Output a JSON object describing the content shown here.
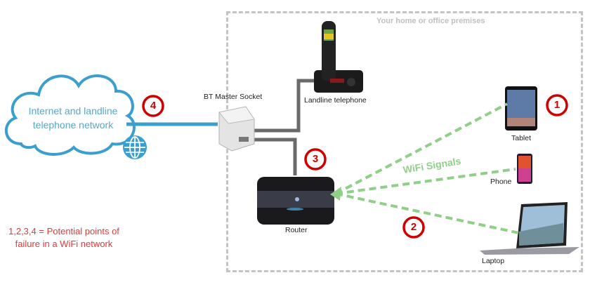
{
  "diagram": {
    "premises_label": "Your home or office premises",
    "cloud_label_line1": "Internet and landline",
    "cloud_label_line2": "telephone network",
    "master_socket_label": "BT Master Socket",
    "landline_label": "Landline telephone",
    "router_label": "Router",
    "tablet_label": "Tablet",
    "phone_label": "Phone",
    "laptop_label": "Laptop",
    "wifi_label": "WiFi Signals",
    "legend_line1": "1,2,3,4 = Potential points of",
    "legend_line2": "failure in a WiFi network",
    "badges": [
      "1",
      "2",
      "3",
      "4"
    ],
    "icons": [
      "cloud-icon",
      "globe-icon",
      "master-socket-icon",
      "landline-phone-icon",
      "router-icon",
      "tablet-icon",
      "smartphone-icon",
      "laptop-icon"
    ],
    "colors": {
      "cloud": "#3a9fcf",
      "badge": "#d00000",
      "wifi": "#8fcf88",
      "wired": "#6a6a6a",
      "premises_border": "#c4c4c4",
      "legend": "#e03a3a"
    }
  }
}
